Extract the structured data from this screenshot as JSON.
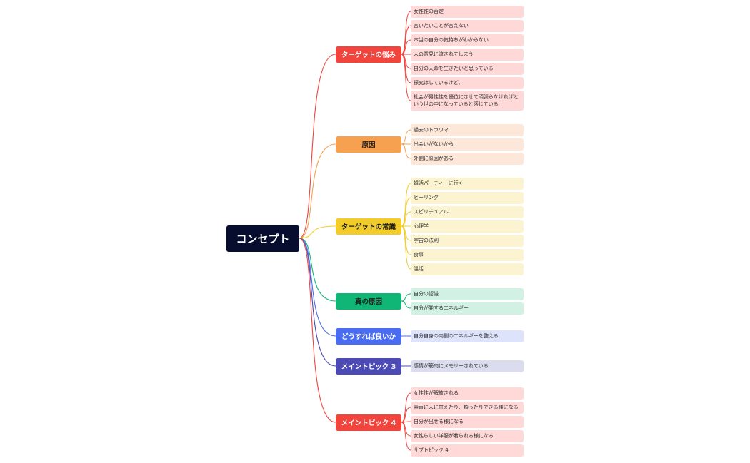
{
  "root": {
    "label": "コンセプト",
    "color": "#060d2e"
  },
  "branches": [
    {
      "label": "ターゲットの悩み",
      "color": "#f0443d",
      "leaf_bg": "#ffd9d8",
      "text_color": "#ffffff",
      "leaves": [
        "女性性の否定",
        "言いたいことが言えない",
        "本当の自分の気持ちがわからない",
        "人の意見に流されてしまう",
        "自分の天命を生きたいと思っている",
        "探究はしているけど、",
        "社会が男性性を優位にさせて頑張らなければという世の中になっていると感じている"
      ]
    },
    {
      "label": "原因",
      "color": "#f5a14f",
      "leaf_bg": "#fde7d8",
      "text_color": "#1a1a1a",
      "leaves": [
        "過去のトラウマ",
        "出会いがないから",
        "外側に原因がある"
      ]
    },
    {
      "label": "ターゲットの常識",
      "color": "#f2cc2a",
      "leaf_bg": "#fcf4d0",
      "text_color": "#1a1a1a",
      "leaves": [
        "婚活パーティーに行く",
        "ヒーリング",
        "スピリチュアル",
        "心理学",
        "宇宙の法則",
        "食事",
        "溫活"
      ]
    },
    {
      "label": "真の原因",
      "color": "#0fb675",
      "leaf_bg": "#d1f1e4",
      "text_color": "#1a1a1a",
      "leaves": [
        "自分の認識",
        "自分が発するエネルギー"
      ]
    },
    {
      "label": "どうすれば良いか",
      "color": "#4a6cf0",
      "leaf_bg": "#dde3fb",
      "text_color": "#ffffff",
      "leaves": [
        "自分自身の内側のエネルギーを整える"
      ]
    },
    {
      "label": "メイントピック 3",
      "color": "#4c4bb6",
      "leaf_bg": "#dcdcef",
      "text_color": "#ffffff",
      "leaves": [
        "感情が筋肉にメモリーされている"
      ]
    },
    {
      "label": "メイントピック 4",
      "color": "#f0443d",
      "leaf_bg": "#ffd9d8",
      "text_color": "#ffffff",
      "leaves": [
        "女性性が解放される",
        "素直に人に甘えたり、頼ったりできる様になる",
        "自分が出せる様になる",
        "女性らしい洋服が着られる様になる",
        "サブトピック 4"
      ]
    }
  ]
}
